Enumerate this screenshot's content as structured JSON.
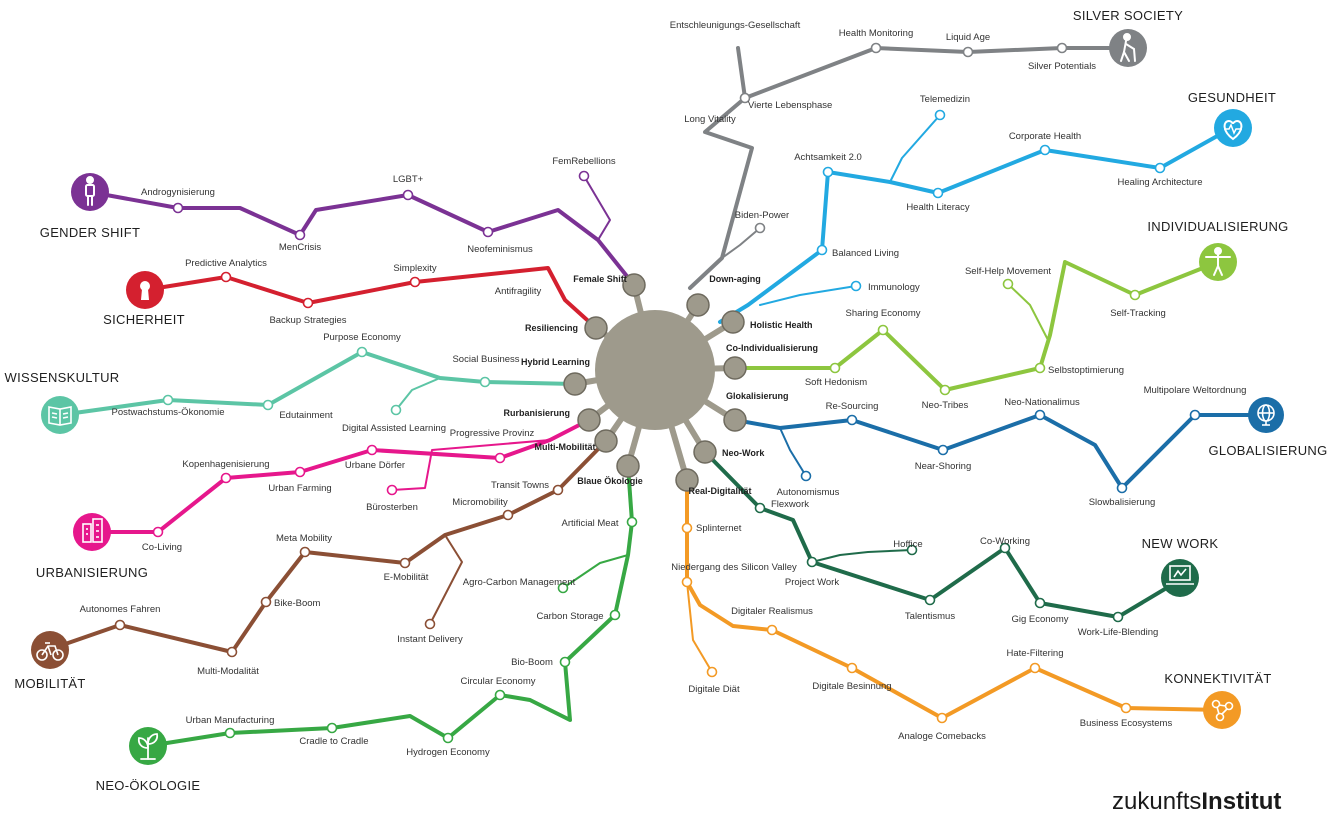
{
  "logo": {
    "part1": "zukunfts",
    "part2": "Institut"
  },
  "icon_color_dark": "#ffffff",
  "megatrends": [
    {
      "id": "silver",
      "title": "SILVER SOCIETY",
      "color": "#7f8285",
      "icon": "elderly-person-icon"
    },
    {
      "id": "health",
      "title": "GESUNDHEIT",
      "color": "#22a9e1",
      "icon": "heart-apple-icon"
    },
    {
      "id": "indiv",
      "title": "INDIVIDUALISIERUNG",
      "color": "#8dc63f",
      "icon": "person-arms-open-icon"
    },
    {
      "id": "global",
      "title": "GLOBALISIERUNG",
      "color": "#1b6ea8",
      "icon": "globe-icon"
    },
    {
      "id": "newwork",
      "title": "NEW WORK",
      "color": "#1f6b4a",
      "icon": "laptop-icon"
    },
    {
      "id": "konn",
      "title": "KONNEKTIVITÄT",
      "color": "#f39a25",
      "icon": "network-icon"
    },
    {
      "id": "neoeco",
      "title": "NEO-ÖKOLOGIE",
      "color": "#37a844",
      "icon": "plant-icon"
    },
    {
      "id": "mobil",
      "title": "MOBILITÄT",
      "color": "#8b4f35",
      "icon": "bicycle-icon"
    },
    {
      "id": "urban",
      "title": "URBANISIERUNG",
      "color": "#e6178c",
      "icon": "buildings-icon"
    },
    {
      "id": "wissen",
      "title": "WISSENSKULTUR",
      "color": "#5cc5a5",
      "icon": "book-icon"
    },
    {
      "id": "sicher",
      "title": "SICHERHEIT",
      "color": "#d4202f",
      "icon": "keyhole-icon"
    },
    {
      "id": "gender",
      "title": "GENDER SHIFT",
      "color": "#7b3294",
      "icon": "person-icon"
    }
  ],
  "subtrends": {
    "female_shift": "Female Shift",
    "resiliencing": "Resiliencing",
    "hybrid_learning": "Hybrid Learning",
    "rurbanisierung": "Rurbanisierung",
    "multi_mobilitaet": "Multi-Mobilität",
    "blaue_oekologie": "Blaue Ökologie",
    "real_digitalitaet": "Real-Digitalität",
    "neo_work": "Neo-Work",
    "glokalisierung": "Glokalisierung",
    "co_individualisierung": "Co-Individualisierung",
    "holistic_health": "Holistic Health",
    "down_aging": "Down-aging"
  },
  "stations": {
    "silver": [
      "Entschleunigungs-Gesellschaft",
      "Health Monitoring",
      "Liquid Age",
      "Silver Potentials",
      "Vierte Lebensphase",
      "Long Vitality",
      "Biden-Power"
    ],
    "health": [
      "Telemedizin",
      "Corporate Health",
      "Healing Architecture",
      "Achtsamkeit 2.0",
      "Health Literacy",
      "Balanced Living",
      "Immunology"
    ],
    "indiv": [
      "Self-Help Movement",
      "Self-Tracking",
      "Sharing Economy",
      "Soft Hedonism",
      "Neo-Tribes",
      "Selbstoptimierung"
    ],
    "global": [
      "Re-Sourcing",
      "Neo-Nationalimus",
      "Multipolare Weltordnung",
      "Near-Shoring",
      "Slowbalisierung",
      "Autonomismus"
    ],
    "newwork": [
      "Flexwork",
      "Hoffice",
      "Co-Working",
      "Project Work",
      "Talentismus",
      "Gig Economy",
      "Work-Life-Blending"
    ],
    "konn": [
      "Splinternet",
      "Niedergang des Silicon Valley",
      "Digitaler Realismus",
      "Digitale Diät",
      "Digitale Besinnung",
      "Hate-Filtering",
      "Analoge Comebacks",
      "Business Ecosystems"
    ],
    "neoeco": [
      "Artificial Meat",
      "Agro-Carbon Management",
      "Carbon Storage",
      "Bio-Boom",
      "Circular Economy",
      "Urban Manufacturing",
      "Cradle to Cradle",
      "Hydrogen Economy"
    ],
    "mobil": [
      "Transit Towns",
      "Micromobility",
      "Meta Mobility",
      "E-Mobilität",
      "Bike-Boom",
      "Instant Delivery",
      "Autonomes Fahren",
      "Multi-Modalität"
    ],
    "urban": [
      "Progressive Provinz",
      "Urbane Dörfer",
      "Kopenhagenisierung",
      "Urban Farming",
      "Bürosterben",
      "Co-Living"
    ],
    "wissen": [
      "Purpose Economy",
      "Social Business",
      "Edutainment",
      "Postwachstums-Ökonomie",
      "Digital Assisted Learning"
    ],
    "sicher": [
      "Predictive Analytics",
      "Simplexity",
      "Antifragility",
      "Backup Strategies"
    ],
    "gender": [
      "Androgynisierung",
      "LGBT+",
      "FemRebellions",
      "MenCrisis",
      "Neofeminismus"
    ]
  }
}
